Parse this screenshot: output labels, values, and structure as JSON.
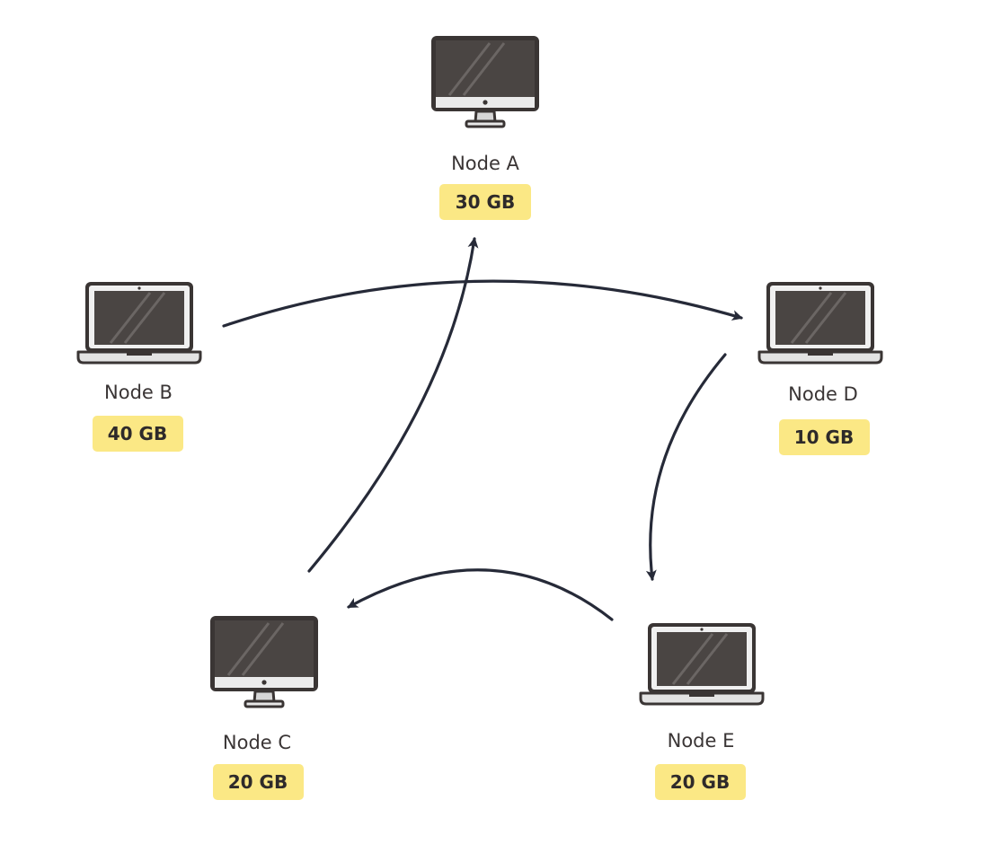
{
  "nodes": [
    {
      "id": "A",
      "label": "Node A",
      "size": "30 GB",
      "device": "desktop"
    },
    {
      "id": "B",
      "label": "Node B",
      "size": "40 GB",
      "device": "laptop"
    },
    {
      "id": "C",
      "label": "Node C",
      "size": "20 GB",
      "device": "desktop"
    },
    {
      "id": "D",
      "label": "Node D",
      "size": "10 GB",
      "device": "laptop"
    },
    {
      "id": "E",
      "label": "Node E",
      "size": "20 GB",
      "device": "laptop"
    }
  ],
  "edges": [
    {
      "from": "B",
      "to": "D"
    },
    {
      "from": "D",
      "to": "E"
    },
    {
      "from": "E",
      "to": "C"
    },
    {
      "from": "C",
      "to": "A"
    }
  ],
  "colors": {
    "badge": "#fbe885",
    "arrow": "#262a38",
    "device_outline": "#3a3534",
    "screen": "#4a4543"
  }
}
